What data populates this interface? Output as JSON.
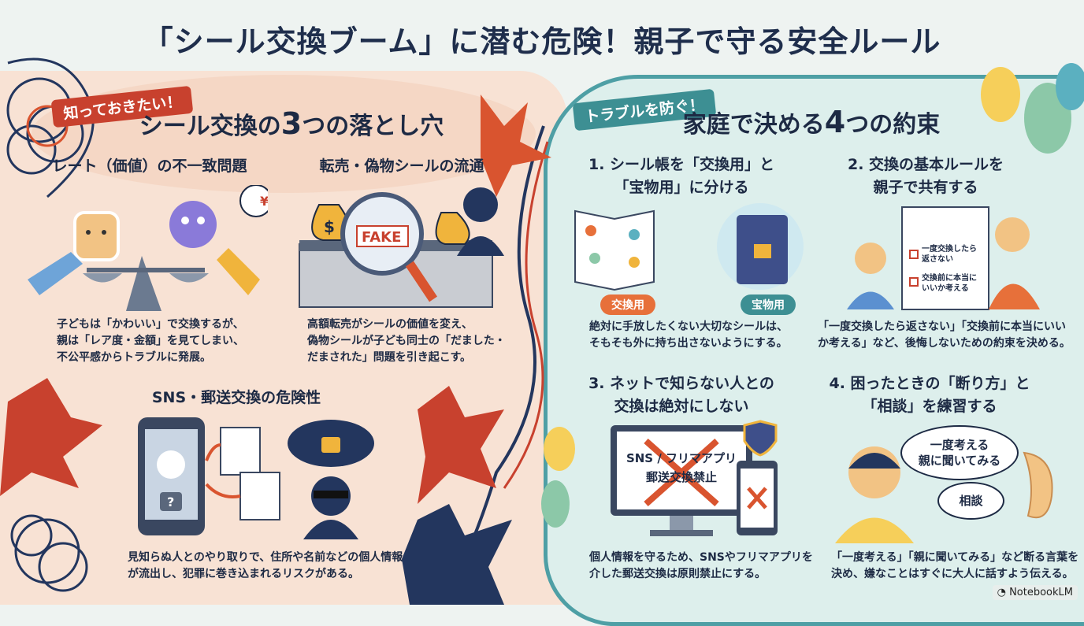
{
  "title": "「シール交換ブーム」に潜む危険！親子で守る安全ルール",
  "left": {
    "tag": "知っておきたい！",
    "heading_pre": "シール交換の",
    "heading_num": "3",
    "heading_post": "つの落とし穴",
    "items": [
      {
        "title": "レート（価値）の不一致問題",
        "body": "子どもは「かわいい」で交換するが、\n親は「レア度・金額」を見てしまい、\n不公平感からトラブルに発展。",
        "currency": "¥"
      },
      {
        "title": "転売・偽物シールの流通",
        "body": "高額転売がシールの価値を変え、\n偽物シールが子ども同士の「だました・\nだまされた」問題を引き起こす。",
        "fake_label": "FAKE",
        "money": "$"
      },
      {
        "title": "SNS・郵送交換の危険性",
        "body": "見知らぬ人とのやり取りで、住所や名前などの個人情報\nが流出し、犯罪に巻き込まれるリスクがある。",
        "question": "?"
      }
    ]
  },
  "right": {
    "tag": "トラブルを防ぐ！",
    "heading_pre": "家庭で決める",
    "heading_num": "4",
    "heading_post": "つの約束",
    "items": [
      {
        "title": "1. シール帳を「交換用」と\n「宝物用」に分ける",
        "body": "絶対に手放したくない大切なシールは、\nそもそも外に持ち出さないようにする。",
        "label_a": "交換用",
        "label_b": "宝物用"
      },
      {
        "title": "2. 交換の基本ルールを\n親子で共有する",
        "body": "「一度交換したら返さない」「交換前に本当にいい\nか考える」など、後悔しないための約束を決める。",
        "check_1": "一度交換したら\n返さない",
        "check_2": "交換前に本当に\nいいか考える"
      },
      {
        "title": "3. ネットで知らない人との\n交換は絶対にしない",
        "body": "個人情報を守るため、SNSやフリマアプリを\n介した郵送交換は原則禁止にする。",
        "screen_text": "SNS / フリマアプリ\n郵送交換禁止"
      },
      {
        "title": "4. 困ったときの「断り方」と\n「相談」を練習する",
        "body": "「一度考える」「親に聞いてみる」など断る言葉を\n決め、嫌なことはすぐに大人に話すよう伝える。",
        "bubble_1": "一度考える\n親に聞いてみる",
        "bubble_2": "相談"
      }
    ]
  },
  "watermark": "NotebookLM",
  "colors": {
    "navy": "#1d2a44",
    "red": "#c8412e",
    "teal": "#3d8f93",
    "orange": "#e7703a",
    "peach": "#f8e2d4",
    "mint": "#ddefec"
  }
}
